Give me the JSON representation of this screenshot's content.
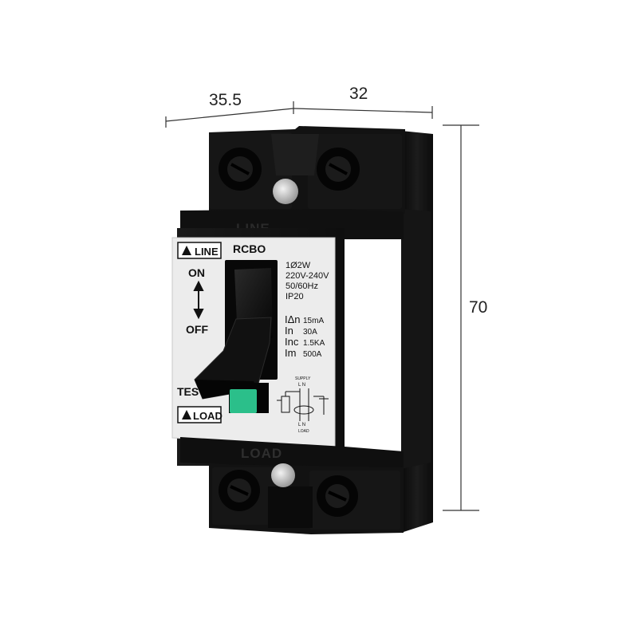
{
  "dimensions": {
    "width_label": "35.5",
    "depth_label": "32",
    "height_label": "70"
  },
  "device": {
    "top_label": "LINE",
    "bottom_label": "LOAD",
    "line_badge": "LINE",
    "load_badge": "LOAD",
    "brand": "RCBO",
    "on_label": "ON",
    "off_label": "OFF",
    "test_label": "TES",
    "specs": [
      "1Ø2W",
      "220V-240V",
      "50/60Hz",
      "IP20"
    ],
    "ratings": [
      {
        "symbol": "IΔn",
        "value": "15mA"
      },
      {
        "symbol": "In",
        "value": "30A"
      },
      {
        "symbol": "Inc",
        "value": "1.5KA"
      },
      {
        "symbol": "Im",
        "value": "500A"
      }
    ],
    "diagram": {
      "supply": "SUPPLY",
      "load": "LOAD",
      "top_ln": "L  N",
      "bottom_ln": "L  N"
    }
  },
  "colors": {
    "body": "#121212",
    "label_bg": "#ececec",
    "test_button": "#2bbf8a",
    "dimension_line": "#333333"
  }
}
